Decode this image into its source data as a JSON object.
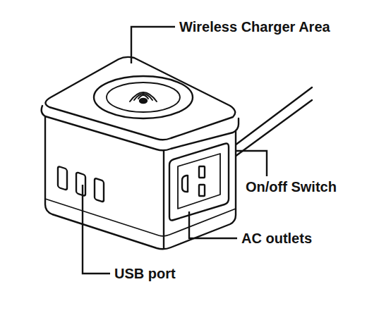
{
  "diagram": {
    "labels": [
      "Wireless Charger Area",
      "On/off Switch",
      "AC outlets",
      "USB port"
    ]
  }
}
